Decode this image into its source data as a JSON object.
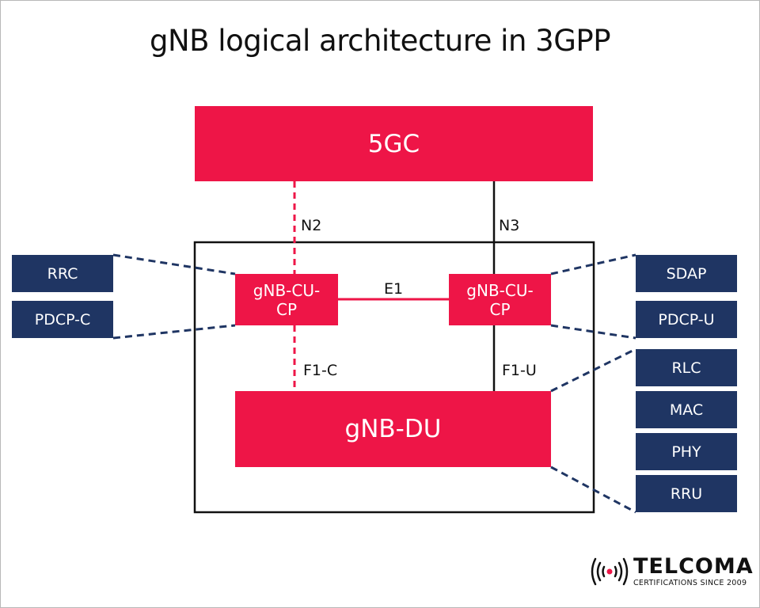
{
  "title": "gNB logical architecture in 3GPP",
  "colors": {
    "red": "#ee1547",
    "navy": "#1f3563"
  },
  "nodes": {
    "core": "5GC",
    "cu_cp_left": "gNB-CU-CP",
    "cu_cp_right": "gNB-CU-CP",
    "du": "gNB-DU"
  },
  "interfaces": {
    "n2": "N2",
    "n3": "N3",
    "e1": "E1",
    "f1c": "F1-C",
    "f1u": "F1-U"
  },
  "left_stack": [
    "RRC",
    "PDCP-C"
  ],
  "right_upper_stack": [
    "SDAP",
    "PDCP-U"
  ],
  "right_lower_stack": [
    "RLC",
    "MAC",
    "PHY",
    "RRU"
  ],
  "logo": {
    "name": "TELCOMA",
    "tagline": "CERTIFICATIONS SINCE 2009",
    "icon": "signal-broadcast-icon"
  }
}
